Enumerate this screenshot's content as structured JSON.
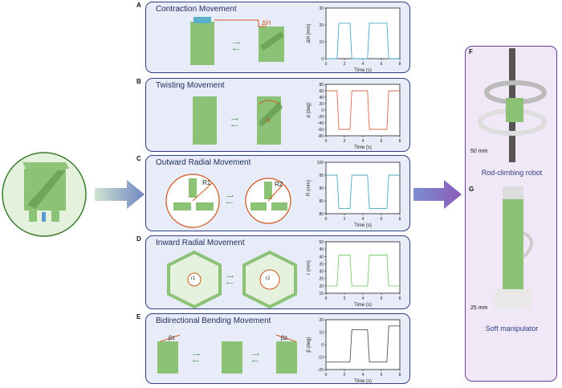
{
  "panels": [
    {
      "letter": "A",
      "title": "Contraction Movement",
      "annot": "ΔH",
      "ylabel": "ΔH (mm)",
      "xlabel": "Time (s)",
      "yticks": [
        "0",
        "10",
        "20",
        "30"
      ],
      "xticks": [
        "0",
        "2",
        "4",
        "6",
        "8"
      ],
      "color": "#4aa7c9"
    },
    {
      "letter": "B",
      "title": "Twisting Movement",
      "annot": "α",
      "ylabel": "α (deg)",
      "xlabel": "Time (s)",
      "yticks": [
        "-80",
        "-60",
        "-40",
        "-20",
        "0",
        "20",
        "40",
        "60",
        "80"
      ],
      "xticks": [
        "0",
        "2",
        "4",
        "6",
        "8"
      ],
      "color": "#d86a4a"
    },
    {
      "letter": "C",
      "title": "Outward Radial Movement",
      "annot1": "R1",
      "annot2": "R2",
      "ylabel": "R (mm)",
      "xlabel": "Time (s)",
      "yticks": [
        "80",
        "85",
        "90",
        "95",
        "100"
      ],
      "xticks": [
        "0",
        "2",
        "4",
        "6",
        "8"
      ],
      "color": "#4aa7c9"
    },
    {
      "letter": "D",
      "title": "Inward Radial Movement",
      "annot1": "r1",
      "annot2": "r2",
      "ylabel": "r (mm)",
      "xlabel": "Time (s)",
      "yticks": [
        "15",
        "20",
        "25",
        "30",
        "35",
        "40",
        "45",
        "50"
      ],
      "xticks": [
        "0",
        "2",
        "4",
        "6",
        "8"
      ],
      "color": "#7acb6a"
    },
    {
      "letter": "E",
      "title": "Bidirectional Bending Movement",
      "annot1": "β1",
      "annot2": "β2",
      "ylabel": "β (deg)",
      "xlabel": "Time (s)",
      "yticks": [
        "-20",
        "-10",
        "0",
        "10",
        "20"
      ],
      "xticks": [
        "0",
        "2",
        "4",
        "6",
        "8"
      ],
      "color": "#555555"
    }
  ],
  "right": {
    "letterF": "F",
    "letterG": "G",
    "captionF": "Rod-climbing robot",
    "captionG": "Soft manipulator",
    "scaleF": "50 mm",
    "scaleG": "25 mm"
  },
  "chart_data": [
    {
      "type": "line",
      "panel": "A",
      "ylabel": "ΔH (mm)",
      "xlabel": "Time (s)",
      "ylim": [
        0,
        30
      ],
      "xlim": [
        0,
        8
      ],
      "x": [
        0,
        1.2,
        1.4,
        2.6,
        2.8,
        4.5,
        4.7,
        6.6,
        6.8,
        8
      ],
      "y": [
        0,
        0,
        21,
        21,
        0,
        0,
        21,
        21,
        0,
        0
      ]
    },
    {
      "type": "line",
      "panel": "B",
      "ylabel": "α (deg)",
      "xlabel": "Time (s)",
      "ylim": [
        -80,
        80
      ],
      "xlim": [
        0,
        8
      ],
      "x": [
        0,
        1.2,
        1.4,
        2.6,
        2.8,
        4.5,
        4.7,
        6.6,
        6.8,
        8
      ],
      "y": [
        60,
        60,
        -60,
        -60,
        60,
        60,
        -60,
        -60,
        60,
        60
      ]
    },
    {
      "type": "line",
      "panel": "C",
      "ylabel": "R (mm)",
      "xlabel": "Time (s)",
      "ylim": [
        80,
        100
      ],
      "xlim": [
        0,
        8
      ],
      "x": [
        0,
        1.2,
        1.4,
        2.6,
        2.8,
        4.5,
        4.7,
        6.6,
        6.8,
        8
      ],
      "y": [
        95,
        95,
        82,
        82,
        95,
        95,
        82,
        82,
        95,
        95
      ]
    },
    {
      "type": "line",
      "panel": "D",
      "ylabel": "r (mm)",
      "xlabel": "Time (s)",
      "ylim": [
        15,
        50
      ],
      "xlim": [
        0,
        8
      ],
      "x": [
        0,
        1.2,
        1.4,
        2.6,
        2.8,
        4.5,
        4.7,
        6.6,
        6.8,
        8
      ],
      "y": [
        20,
        20,
        41,
        41,
        20,
        20,
        41,
        41,
        20,
        20
      ]
    },
    {
      "type": "line",
      "panel": "E",
      "ylabel": "β (deg)",
      "xlabel": "Time (s)",
      "ylim": [
        -20,
        20
      ],
      "xlim": [
        0,
        8
      ],
      "x": [
        0,
        2.6,
        2.8,
        4.5,
        4.7,
        6.6,
        6.8,
        8
      ],
      "y": [
        -14,
        -14,
        12,
        12,
        -14,
        -14,
        15,
        15
      ]
    }
  ]
}
